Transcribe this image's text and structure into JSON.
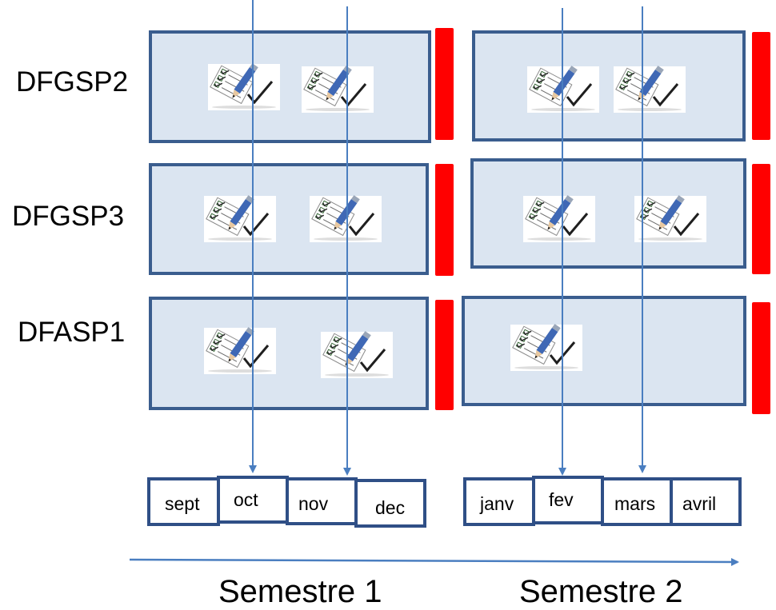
{
  "rows": [
    {
      "label": "DFGSP2"
    },
    {
      "label": "DFGSP3"
    },
    {
      "label": "DFASP1"
    }
  ],
  "months": {
    "semester1": [
      "sept",
      "oct",
      "nov",
      "dec"
    ],
    "semester2": [
      "janv",
      "fev",
      "mars",
      "avril"
    ]
  },
  "semesters": [
    "Semestre 1",
    "Semestre 2"
  ],
  "icon_name": "exam-checklist-pencil-icon",
  "colors": {
    "box_fill": "#dbe5f1",
    "box_border": "#3a5d8e",
    "arrow": "#4a7ec0",
    "red_bar": "#ff0000",
    "month_border": "#2f4f86"
  }
}
